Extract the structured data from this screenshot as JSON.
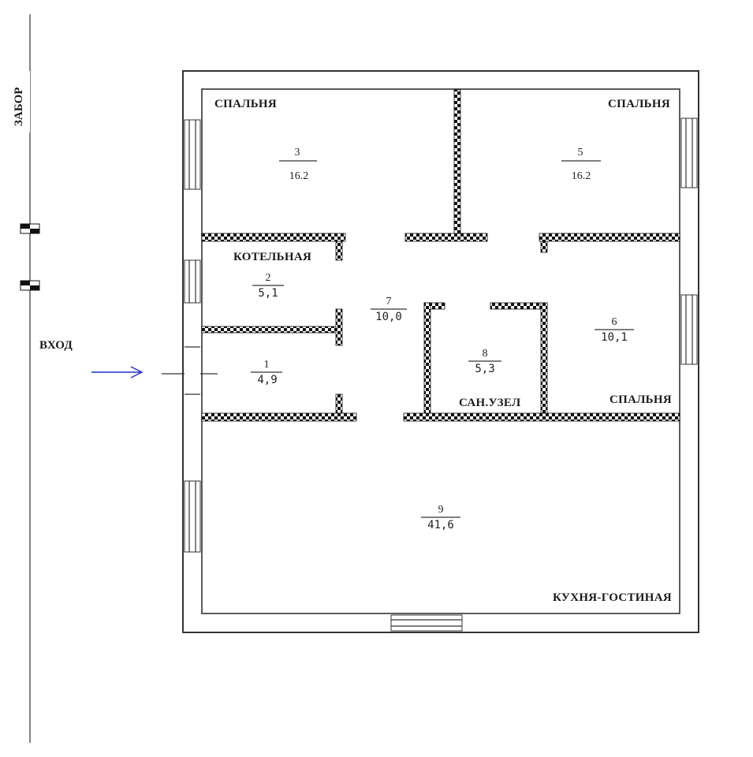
{
  "labels": {
    "fence": "ЗАБОР",
    "entrance": "ВХОД"
  },
  "rooms": [
    {
      "id": "bedroom-3",
      "name": "СПАЛЬНЯ",
      "number": "3",
      "area": "16.2"
    },
    {
      "id": "bedroom-5",
      "name": "СПАЛЬНЯ",
      "number": "5",
      "area": "16.2"
    },
    {
      "id": "boiler-2",
      "name": "КОТЕЛЬНАЯ",
      "number": "2",
      "area": "5,1"
    },
    {
      "id": "hall-1",
      "name": "",
      "number": "1",
      "area": "4,9"
    },
    {
      "id": "corridor-7",
      "name": "",
      "number": "7",
      "area": "10,0"
    },
    {
      "id": "bathroom-8",
      "name": "САН.УЗЕЛ",
      "number": "8",
      "area": "5,3"
    },
    {
      "id": "bedroom-6",
      "name": "СПАЛЬНЯ",
      "number": "6",
      "area": "10,1"
    },
    {
      "id": "kitchen-9",
      "name": "КУХНЯ-ГОСТИНАЯ",
      "number": "9",
      "area": "41,6"
    }
  ],
  "colors": {
    "wall": "#333333",
    "arrow": "#1f2fd0",
    "partition": "#111111"
  }
}
